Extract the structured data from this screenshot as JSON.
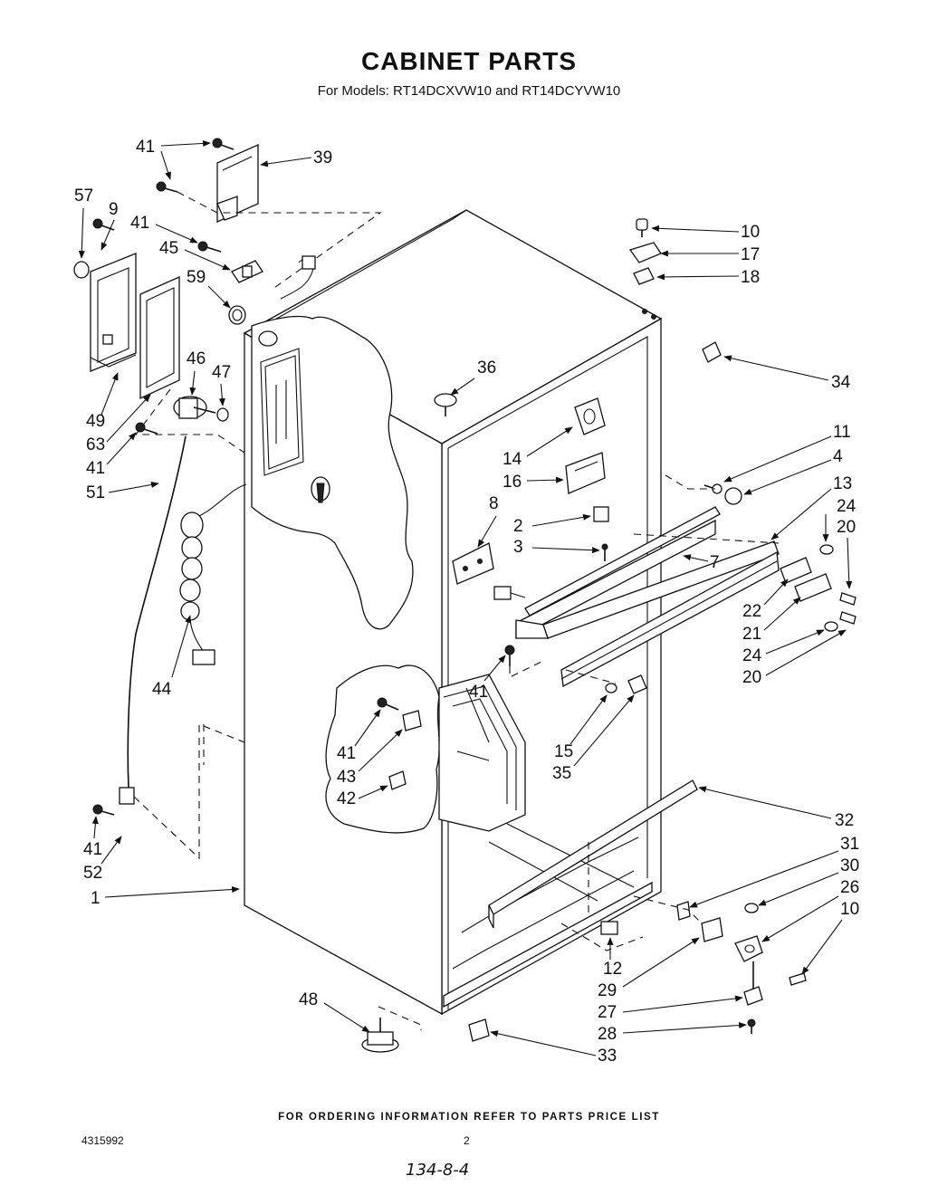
{
  "title": "CABINET PARTS",
  "subtitle": "For Models: RT14DCXVW10 and RT14DCYVW10",
  "footer_note": "FOR ORDERING INFORMATION REFER TO PARTS PRICE LIST",
  "doc_number": "4315992",
  "page_number": "2",
  "handwritten_note": "134-8-4",
  "part_labels": [
    "41",
    "39",
    "57",
    "9",
    "41",
    "45",
    "59",
    "10",
    "17",
    "18",
    "34",
    "36",
    "46",
    "47",
    "49",
    "63",
    "41",
    "51",
    "11",
    "4",
    "14",
    "16",
    "13",
    "24",
    "20",
    "8",
    "2",
    "3",
    "7",
    "22",
    "21",
    "24",
    "20",
    "44",
    "41",
    "15",
    "35",
    "41",
    "43",
    "42",
    "32",
    "31",
    "30",
    "26",
    "10",
    "41",
    "52",
    "1",
    "12",
    "29",
    "27",
    "28",
    "48",
    "33"
  ]
}
